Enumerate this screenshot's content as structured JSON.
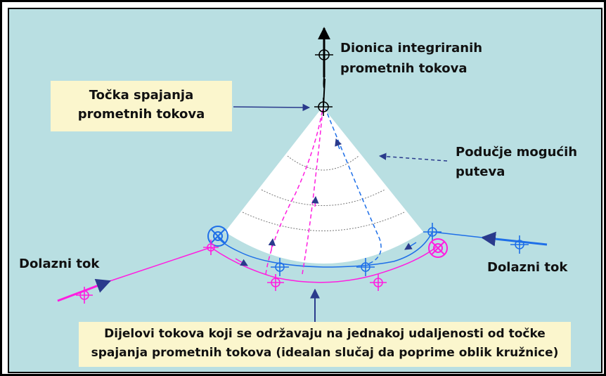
{
  "labels": {
    "merge_point_line1": "Točka spajanja",
    "merge_point_line2": "prometnih tokova",
    "integrated_section_line1": "Dionica integriranih",
    "integrated_section_line2": "prometnih tokova",
    "possible_paths_line1": "Podučje mogućih",
    "possible_paths_line2": "puteva",
    "incoming_left": "Dolazni tok",
    "incoming_right": "Dolazni tok",
    "bottom_line1": "Dijelovi tokova koji se održavaju na jednakoj udaljenosti od točke",
    "bottom_line2": "spajanja prometnih tokova (idealan slučaj da poprime oblik kružnice)"
  },
  "colors": {
    "background": "#b9dfe2",
    "callout_box": "#fbf6cd",
    "magenta_flow": "#ff1ee0",
    "blue_flow": "#1e6fe8",
    "pointer_arrow": "#2a3a8c",
    "fan_area": "#ffffff"
  }
}
